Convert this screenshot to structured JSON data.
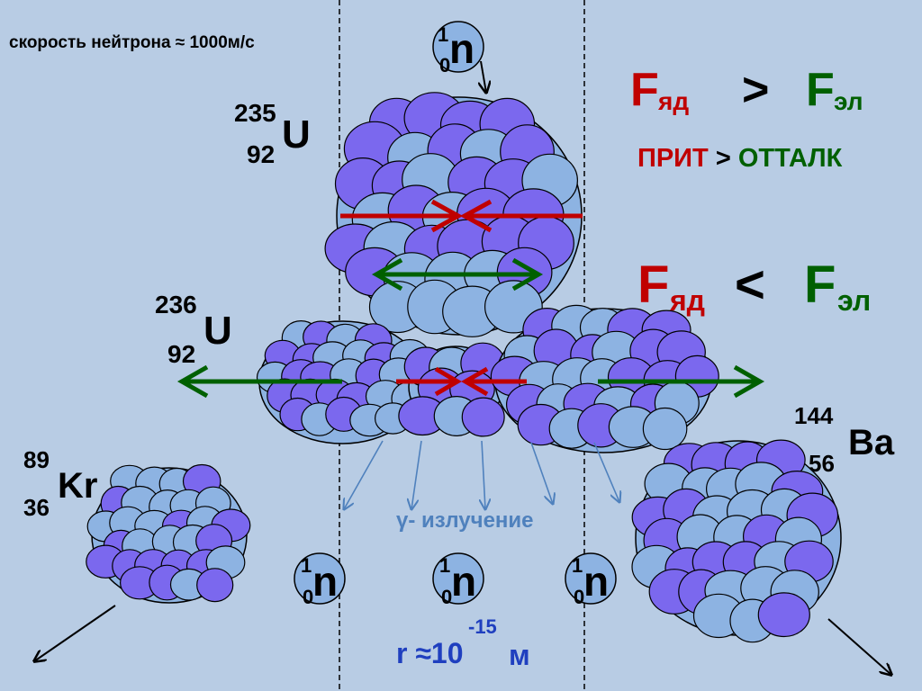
{
  "speed_text": "скорость нейтрона ≈ 1000м/с",
  "neutron": {
    "symbol": "n",
    "mass": "1",
    "charge": "0"
  },
  "u235": {
    "mass": "235",
    "z": "92",
    "symbol": "U"
  },
  "u236": {
    "mass": "236",
    "z": "92",
    "symbol": "U"
  },
  "kr": {
    "mass": "89",
    "z": "36",
    "symbol": "Kr"
  },
  "ba": {
    "mass": "144",
    "z": "56",
    "symbol": "Ba"
  },
  "force1": {
    "f": "F",
    "nuc_sub": "яд",
    "op": ">",
    "el_sub": "эл"
  },
  "attract_line": {
    "prit": "ПРИТ",
    "op": ">",
    "ottalk": "ОТТАЛК"
  },
  "force2": {
    "f": "F",
    "nuc_sub": "яд",
    "op": "<",
    "el_sub": "эл"
  },
  "gamma": "γ- излучение",
  "radius": {
    "prefix": "r ≈10",
    "exp": "-15",
    "unit": "м"
  },
  "colors": {
    "background": "#b8cce4",
    "proton": "#7b68ee",
    "neutron_ball": "#8db3e2",
    "attraction_arrow": "#c00000",
    "repulsion_arrow": "#006000",
    "gamma_ray": "#4f81bd"
  }
}
